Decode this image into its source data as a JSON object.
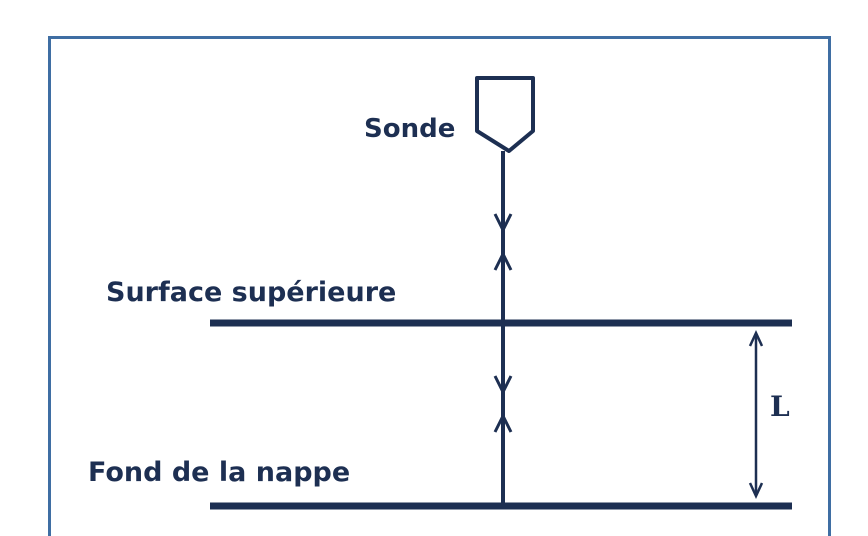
{
  "diagram": {
    "probe_label": "Sonde",
    "top_surface_label": "Surface supérieure",
    "bottom_label": "Fond de la nappe",
    "thickness_label": "L"
  },
  "colors": {
    "frame": "#3f6ea3",
    "ink": "#1d2f52"
  }
}
